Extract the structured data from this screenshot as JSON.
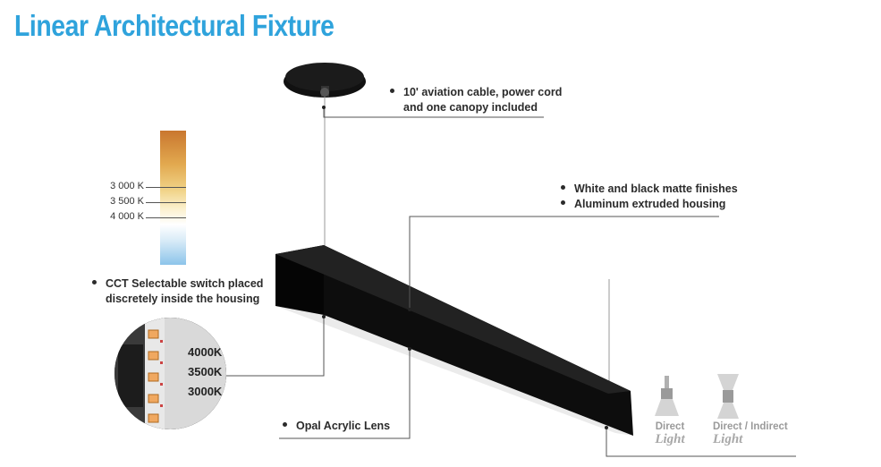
{
  "title": "Linear Architectural Fixture",
  "cct": {
    "labels": [
      "3 000 K",
      "3 500 K",
      "4 000 K"
    ],
    "gradient_colors": [
      "#c9772f",
      "#e2a94f",
      "#f1d48a",
      "#ffffff",
      "#8cc4ea"
    ]
  },
  "callouts": {
    "cable_line1": "10' aviation cable, power cord",
    "cable_line2": "and one canopy included",
    "finish_1": "White and black matte finishes",
    "finish_2": "Aluminum extruded housing",
    "cct_line1": "CCT Selectable switch placed",
    "cct_line2": "discretely inside the housing",
    "lens": "Opal Acrylic Lens"
  },
  "zoom": {
    "labels": [
      "4000K",
      "3500K",
      "3000K"
    ]
  },
  "light_modes": {
    "direct_caption": "Direct",
    "direct_script": "Light",
    "indirect_caption": "Direct / Indirect",
    "indirect_script": "Light"
  },
  "colors": {
    "title": "#2fa3dc",
    "fixture": "#0a0a0a",
    "leader_lines": "#555555"
  }
}
